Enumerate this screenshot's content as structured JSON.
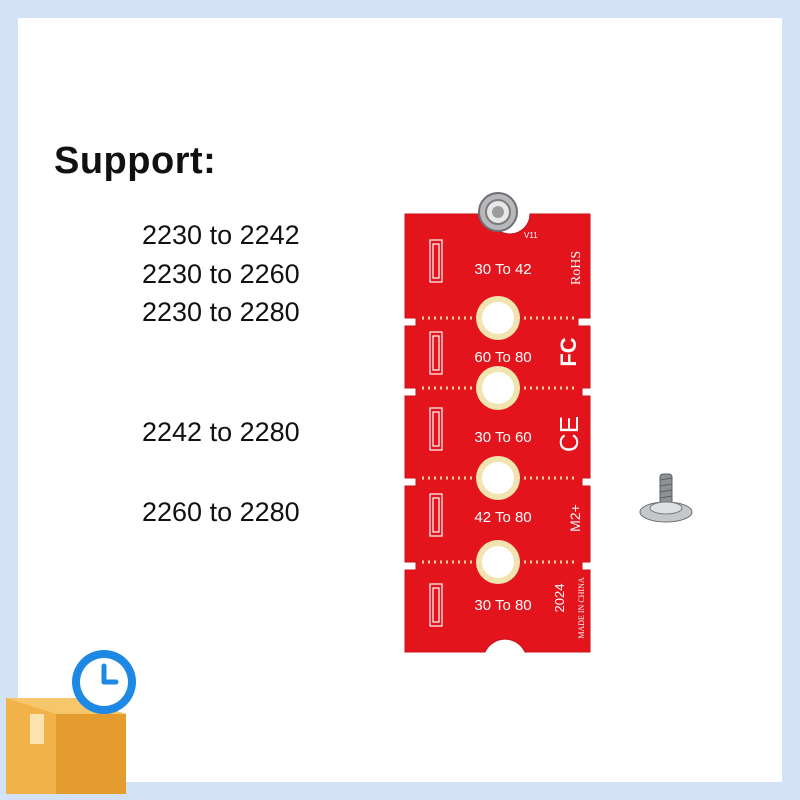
{
  "heading": "Support:",
  "support_ranges": [
    "2230 to 2242",
    "2230 to 2260",
    "2230 to 2280",
    "2242 to 2280",
    "2260 to 2280"
  ],
  "board": {
    "version": "V11",
    "sections": [
      "30 To 42",
      "60 To 80",
      "30 To 60",
      "42 To 80",
      "30 To 80"
    ],
    "marks": {
      "rohs": "RoHS",
      "fcc": "FC",
      "ce": "CE",
      "key": "M2+",
      "year": "2024",
      "origin": "MADE IN CHINA"
    },
    "color": "#e3141c"
  },
  "icons": {
    "badge": "delivery-box-clock-icon",
    "screw": "screw-icon"
  },
  "colors": {
    "frame": "#d3e2f6",
    "pcb": "#e3141c",
    "box": "#f2b24a",
    "clock": "#1e88e5"
  }
}
